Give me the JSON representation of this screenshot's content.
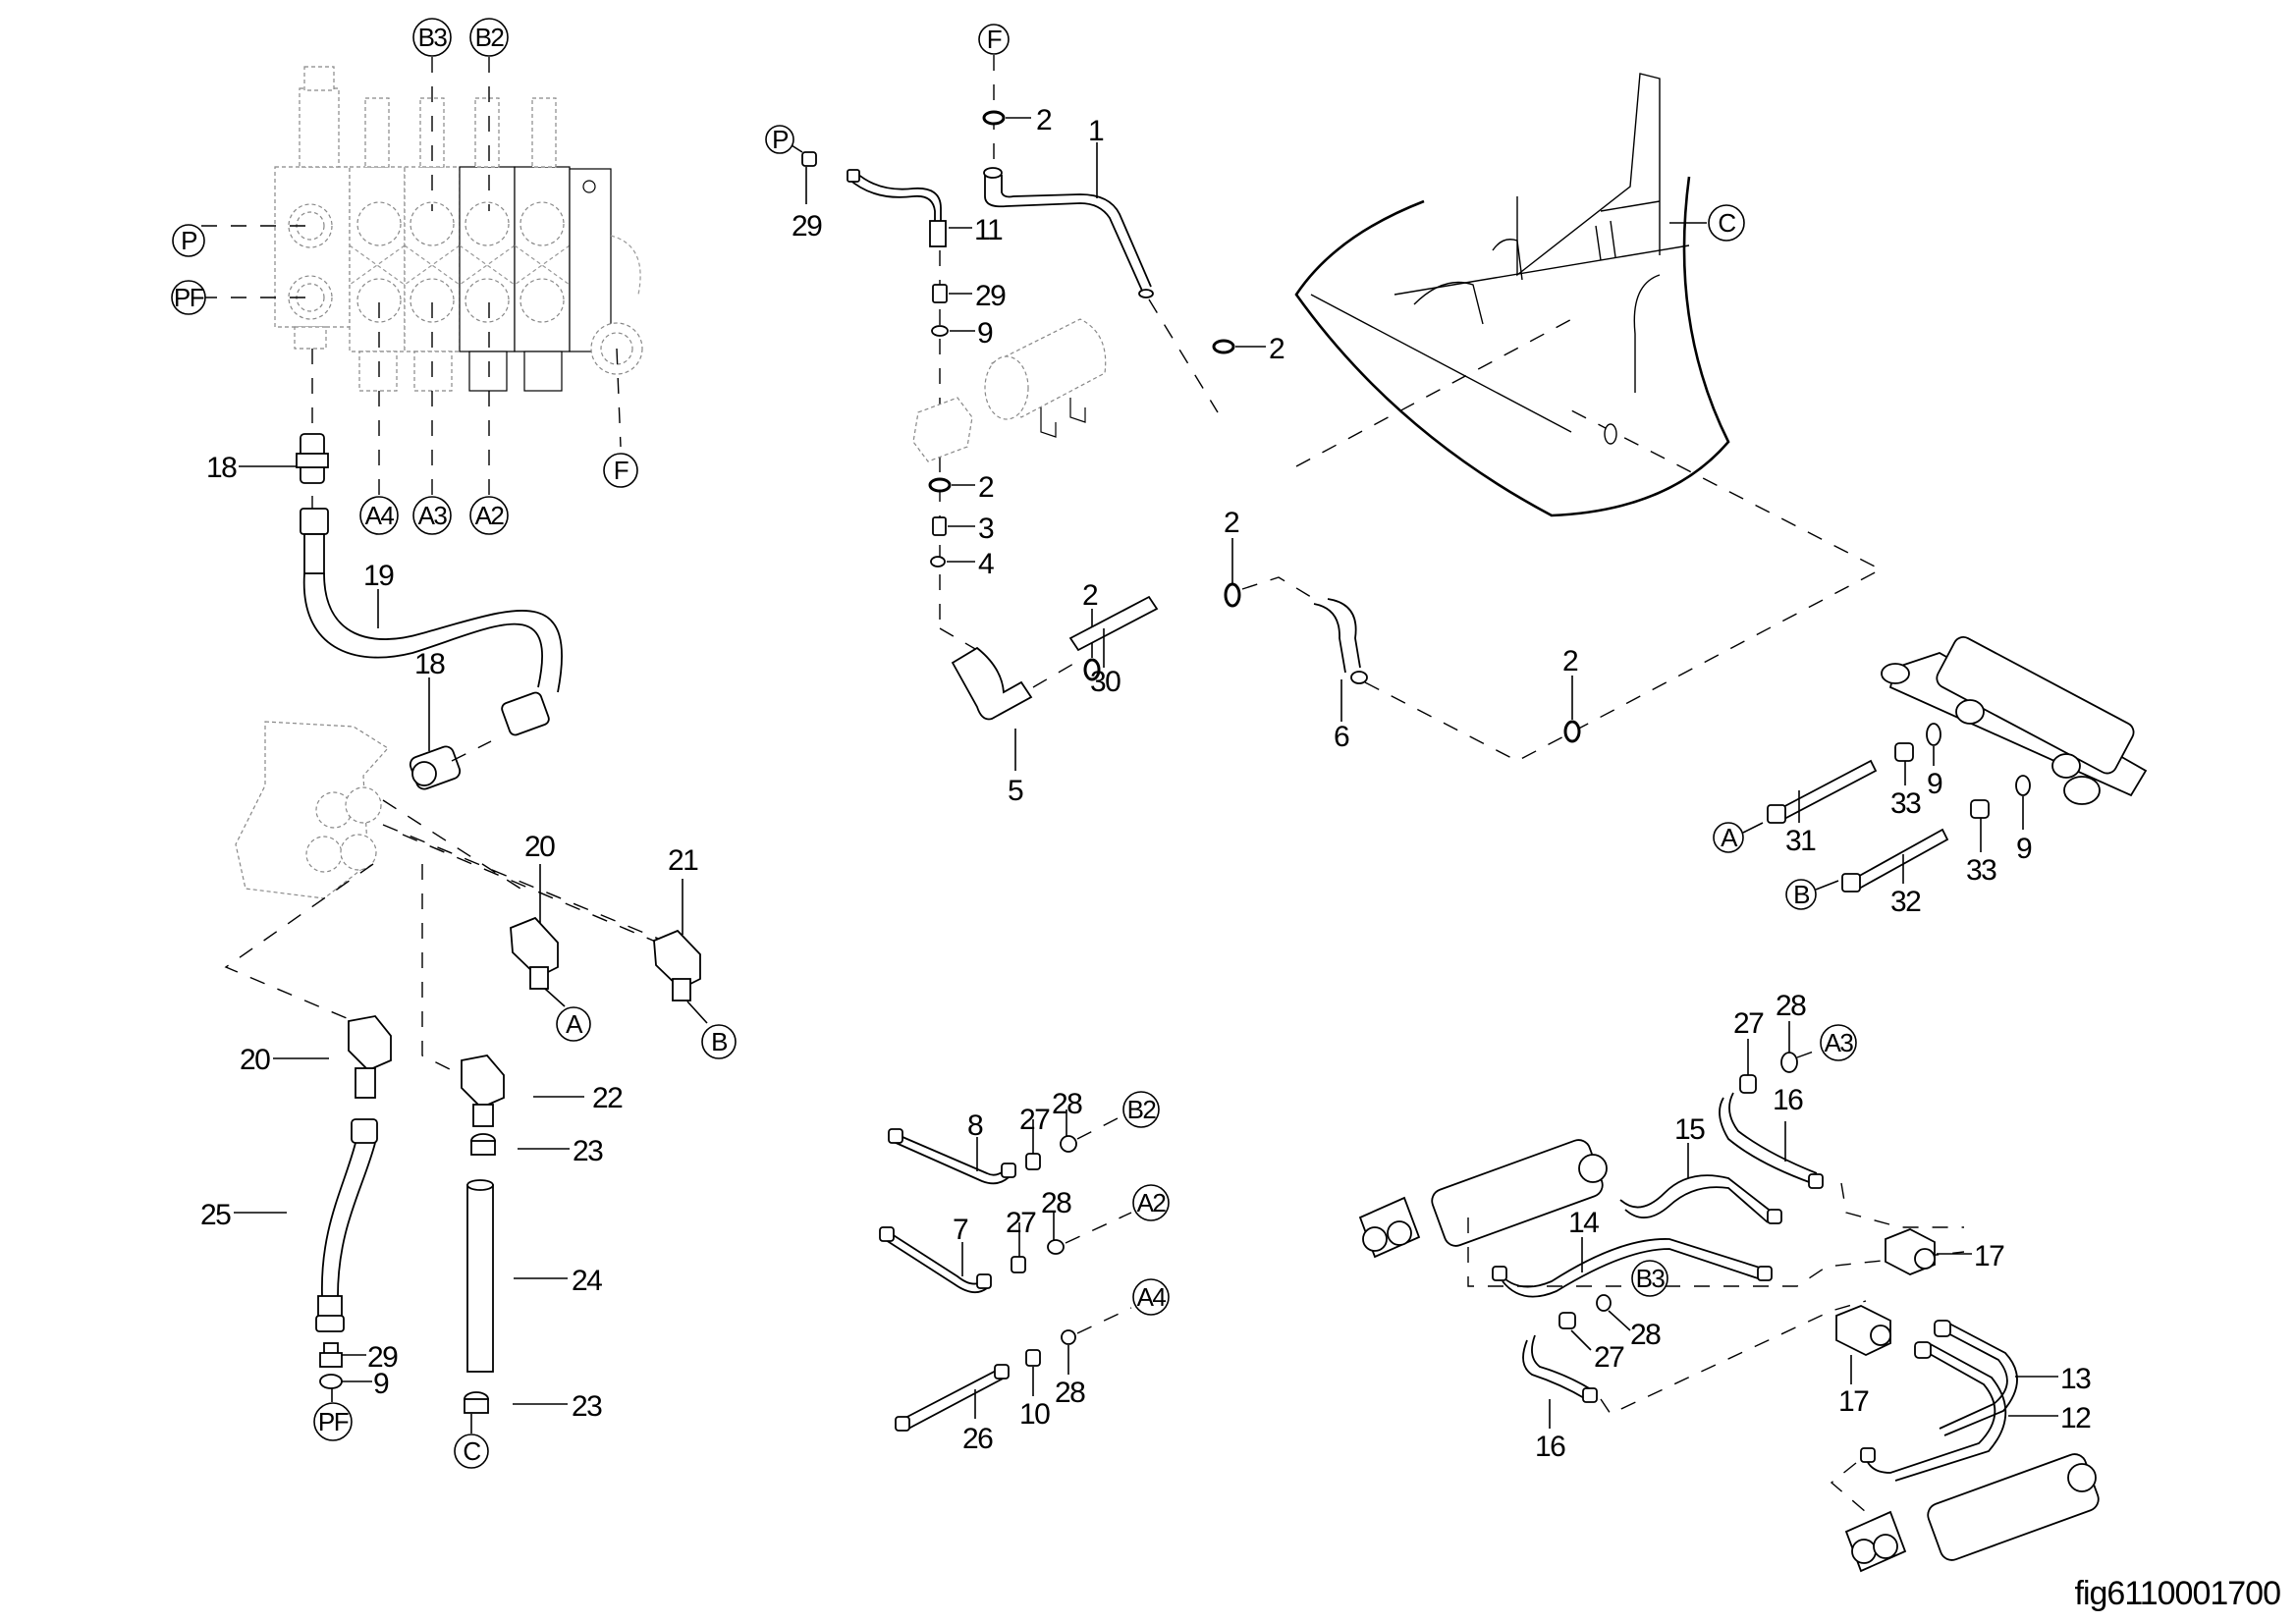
{
  "figure_id": "fig6110001700",
  "connection_refs": {
    "P": "P",
    "PF": "PF",
    "F": "F",
    "C": "C",
    "A": "A",
    "B": "B",
    "A2": "A2",
    "A3": "A3",
    "A4": "A4",
    "B2": "B2",
    "B3": "B3"
  },
  "groups": {
    "control_valve": {
      "top_refs": [
        "B3",
        "B2"
      ],
      "side_refs": [
        "P",
        "PF"
      ],
      "bottom_refs": [
        "A4",
        "A3",
        "A2"
      ],
      "right_ref": "F",
      "callouts": [
        "18"
      ]
    },
    "steering_unit": {
      "callouts": [
        "19",
        "18",
        "20",
        "21",
        "20",
        "22",
        "23",
        "24",
        "23",
        "25",
        "29",
        "9"
      ],
      "refs": [
        "A",
        "B",
        "PF",
        "C"
      ]
    },
    "filter_line": {
      "callouts": [
        "2",
        "1",
        "29",
        "11",
        "29",
        "9",
        "2",
        "2",
        "3",
        "4",
        "2",
        "2",
        "30",
        "5",
        "6",
        "2"
      ],
      "refs": [
        "F",
        "P",
        "C"
      ]
    },
    "steering_cylinder": {
      "callouts": [
        "31",
        "33",
        "9",
        "32",
        "33",
        "9"
      ],
      "refs": [
        "A",
        "B"
      ]
    },
    "lift_lines": {
      "callouts": [
        "8",
        "27",
        "28",
        "7",
        "27",
        "28",
        "26",
        "10",
        "28"
      ],
      "refs": [
        "B2",
        "A2",
        "A4"
      ]
    },
    "lift_cylinders": {
      "callouts": [
        "27",
        "28",
        "16",
        "15",
        "14",
        "17",
        "28",
        "27",
        "17",
        "16",
        "13",
        "12"
      ],
      "refs": [
        "A3",
        "B3"
      ]
    }
  },
  "labels": {
    "c18a": "18",
    "c19": "19",
    "c18b": "18",
    "c20a": "20",
    "c21": "21",
    "c20b": "20",
    "c22": "22",
    "c23a": "23",
    "c24": "24",
    "c23b": "23",
    "c25": "25",
    "c29a": "29",
    "c9a": "9",
    "c2a": "2",
    "c1": "1",
    "c29b": "29",
    "c11": "11",
    "c29c": "29",
    "c9b": "9",
    "c2b": "2",
    "c2c": "2",
    "c3": "3",
    "c4": "4",
    "c2d": "2",
    "c2e": "2",
    "c30": "30",
    "c5": "5",
    "c6": "6",
    "c2f": "2",
    "c31": "31",
    "c33a": "33",
    "c9c": "9",
    "c32": "32",
    "c33b": "33",
    "c9d": "9",
    "c8": "8",
    "c27a": "27",
    "c28a": "28",
    "c7": "7",
    "c27b": "27",
    "c28b": "28",
    "c26": "26",
    "c10": "10",
    "c28c": "28",
    "c27c": "27",
    "c28d": "28",
    "c16a": "16",
    "c15": "15",
    "c14": "14",
    "c17a": "17",
    "c28e": "28",
    "c27d": "27",
    "c17b": "17",
    "c16b": "16",
    "c13": "13",
    "c12": "12"
  }
}
